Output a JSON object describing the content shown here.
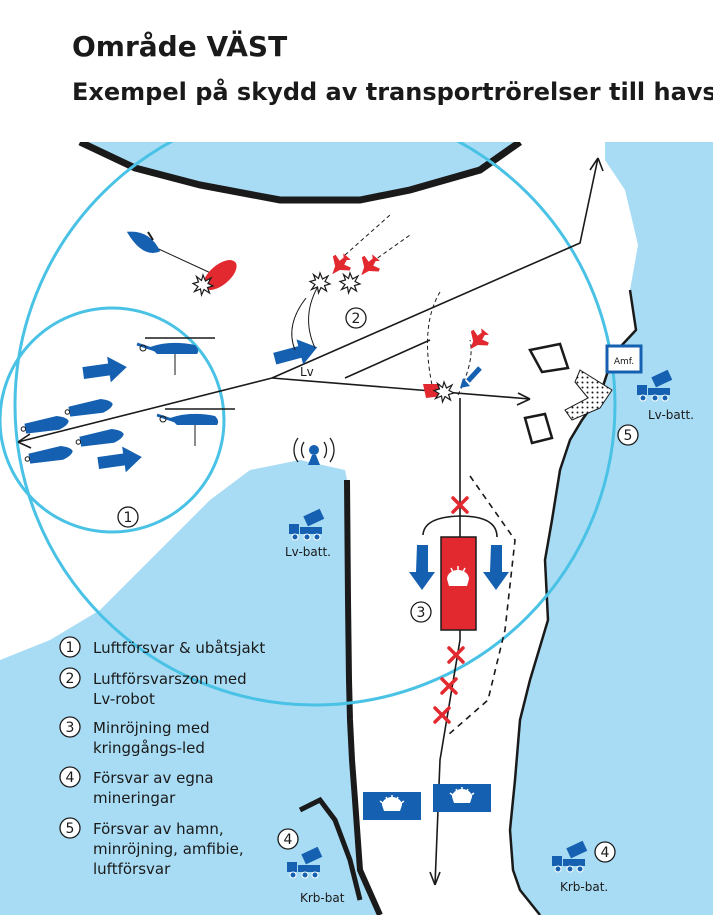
{
  "title": "Område VÄST",
  "subtitle": "Exempel på skydd av transportrörelser till havs",
  "colors": {
    "sea": "#a8dcf4",
    "coast_dark": "#1a1a1a",
    "circle": "#49c2e6",
    "blue": "#1560b0",
    "red": "#e2292f"
  },
  "labels": {
    "lv": "Lv",
    "amf": "Amf.",
    "lv_batt_right": "Lv-batt.",
    "lv_batt_left": "Lv-batt.",
    "krb_bat_left": "Krb-bat",
    "krb_bat_right": "Krb-bat."
  },
  "zones": {
    "z1": "1",
    "z2": "2",
    "z3": "3",
    "z4a": "4",
    "z4b": "4",
    "z5": "5"
  },
  "legend": [
    {
      "num": "1",
      "lines": [
        "Luftförsvar & ubåtsjakt"
      ]
    },
    {
      "num": "2",
      "lines": [
        "Luftförsvarszon med",
        "Lv-robot"
      ]
    },
    {
      "num": "3",
      "lines": [
        "Minröjning med",
        "kringgångs-led"
      ]
    },
    {
      "num": "4",
      "lines": [
        "Försvar av egna",
        "mineringar"
      ]
    },
    {
      "num": "5",
      "lines": [
        "Försvar av hamn,",
        "minröjning, amfibie,",
        "luftförsvar"
      ]
    }
  ]
}
